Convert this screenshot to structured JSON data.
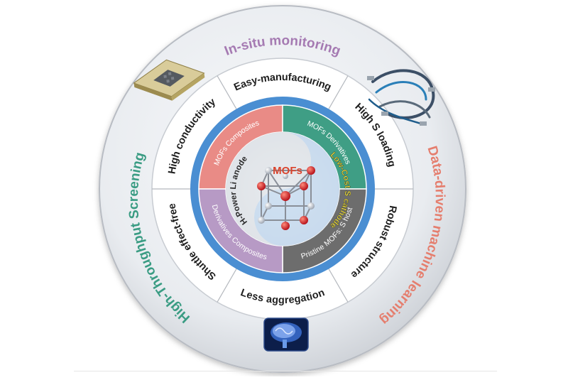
{
  "center": {
    "title": "MOFs",
    "left_arc": "H-Power Li anode",
    "right_arc": "Low-Cost S cathode"
  },
  "inner_ring": [
    {
      "label": "MOFs Composites",
      "color": "#e98b86"
    },
    {
      "label": "MOFs Derivatives",
      "color": "#3f9e85"
    },
    {
      "label": "Pristine MOFs: S host",
      "color": "#6d6d6d"
    },
    {
      "label": "Derivatives Composites",
      "color": "#b79ac5"
    }
  ],
  "middle_ring": [
    {
      "label": "Easy-manufacturing"
    },
    {
      "label": "High S loading"
    },
    {
      "label": "Robust structure"
    },
    {
      "label": "Less aggregation"
    },
    {
      "label": "Shuttle effect-free"
    },
    {
      "label": "High conductivity"
    }
  ],
  "outer_ring": {
    "top": {
      "label": "In-situ monitoring",
      "color": "#a57ab2"
    },
    "right": {
      "label": "Data-driven machine learning",
      "color": "#e57e6e"
    },
    "left": {
      "label": "High-Throughput  Screening",
      "color": "#3a9c83"
    }
  },
  "icons": [
    "chip-icon",
    "network-icon",
    "brain-icon"
  ],
  "colors": {
    "outer_disc": "#eceff3",
    "middle_ring_bg": "#ffffff",
    "blue_ring": "#4a8ed2",
    "center_bg": "#ffffff",
    "title_color": "#d9442d",
    "right_arc_color": "#f2e14a"
  }
}
